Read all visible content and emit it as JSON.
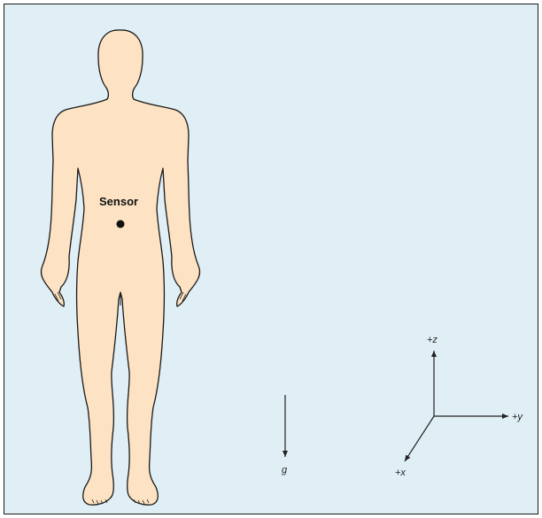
{
  "figure": {
    "background_color": "#e0eef6",
    "skin_color": "#fde3c3",
    "outline_color": "#1a1a1a"
  },
  "sensor": {
    "label": "Sensor",
    "marker_icon": "filled-dot-icon"
  },
  "gravity": {
    "label": "g",
    "direction": "down"
  },
  "axes": {
    "z_label": "+z",
    "y_label": "+y",
    "x_label": "+x"
  }
}
